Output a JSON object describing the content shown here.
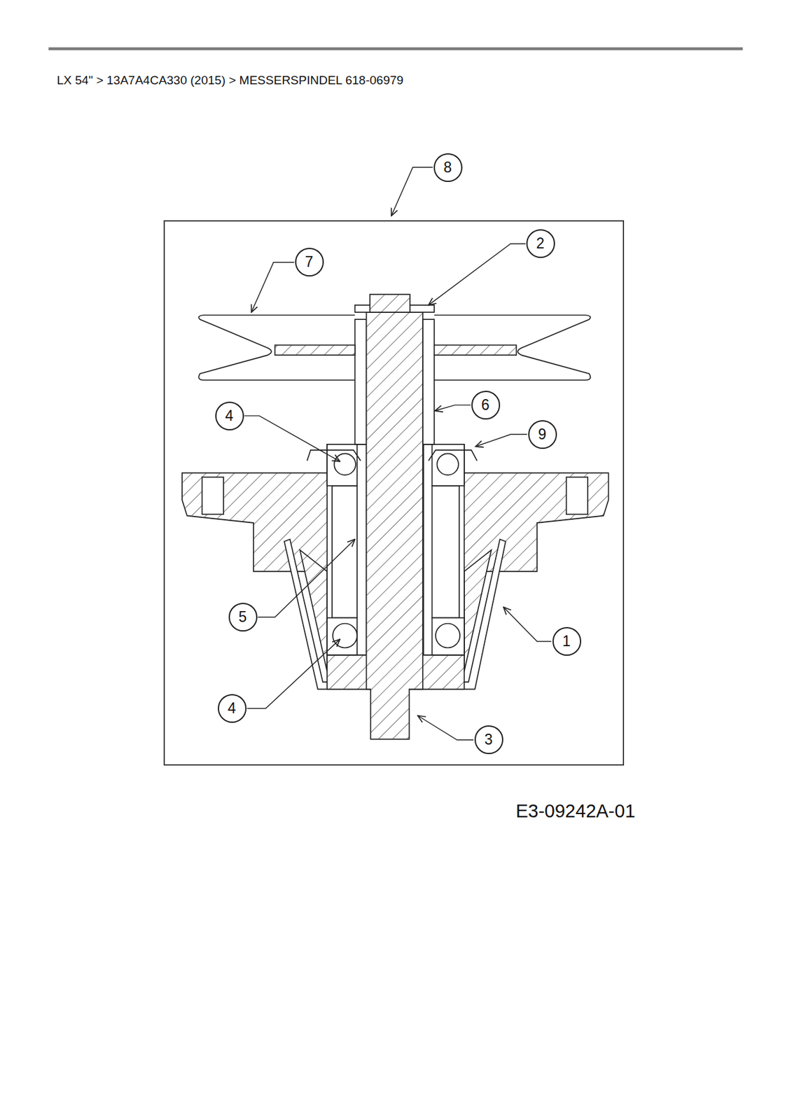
{
  "diagram": {
    "title": "LX 54\"  >  13A7A4CA330 (2015)  >  MESSERSPINDEL 618-06979",
    "nodes": [
      {
        "text": [
          "8"
        ]
      },
      {
        "text": [
          "2"
        ]
      },
      {
        "text": [
          "7"
        ]
      },
      {
        "text": [
          "6"
        ]
      },
      {
        "text": [
          "4"
        ]
      },
      {
        "text": [
          "9"
        ]
      },
      {
        "text": [
          "5"
        ]
      },
      {
        "text": [
          "1"
        ]
      },
      {
        "text": [
          "4"
        ]
      },
      {
        "text": [
          "3"
        ]
      }
    ],
    "labels": [
      "E3-09242A-01"
    ]
  }
}
